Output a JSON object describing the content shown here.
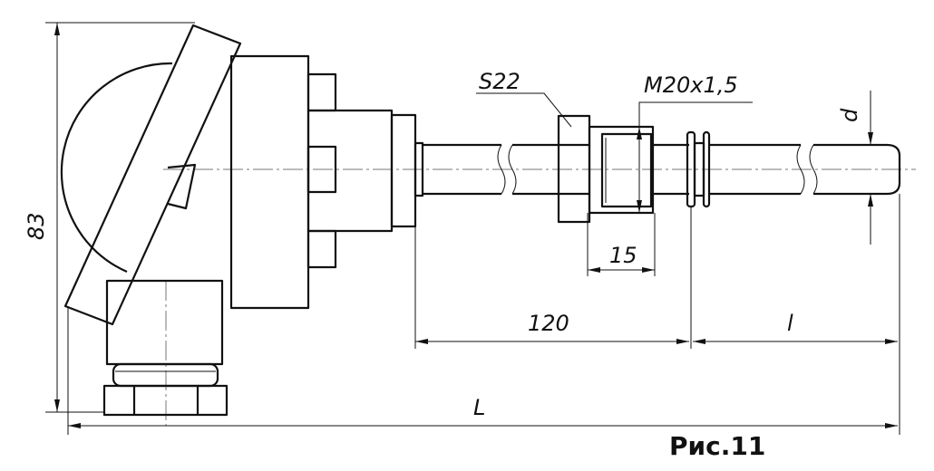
{
  "drawing": {
    "labels": {
      "height": "83",
      "wrench_size": "S22",
      "thread": "M20x1,5",
      "thread_length": "15",
      "fitting_offset": "120",
      "immersion_length": "l",
      "total_length": "L",
      "diameter": "d"
    }
  },
  "caption": "Рис.11"
}
